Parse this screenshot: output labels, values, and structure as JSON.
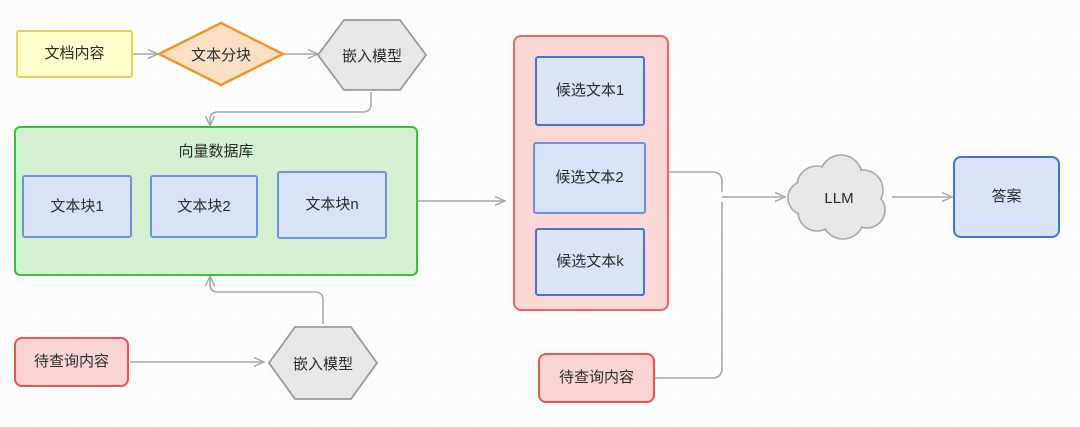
{
  "diagram": {
    "title": "RAG retrieval-augmented generation pipeline",
    "colors": {
      "edge": "#a5a8ad",
      "yellow_fill": "#ffffcc",
      "yellow_stroke": "#e8d44d",
      "orange_fill": "#fbe0c4",
      "orange_stroke": "#f0952a",
      "gray_fill": "#e8e8e8",
      "gray_stroke": "#9a9a9a",
      "green_fill": "#d3f0d3",
      "green_stroke": "#36c236",
      "blue_fill": "#dae3f8",
      "blue_stroke": "#4672d8",
      "pink_fill": "#fbd8d6",
      "pink_stroke": "#f4635f",
      "red_stroke": "#ef5350"
    }
  },
  "nodes": {
    "document_content": {
      "label": "文档内容",
      "shape": "rectangle"
    },
    "text_chunking": {
      "label": "文本分块",
      "shape": "diamond"
    },
    "embedding_model_top": {
      "label": "嵌入模型",
      "shape": "hexagon"
    },
    "vector_database": {
      "label": "向量数据库",
      "shape": "container"
    },
    "text_chunk_1": {
      "label": "文本块1",
      "shape": "rectangle"
    },
    "text_chunk_2": {
      "label": "文本块2",
      "shape": "rectangle"
    },
    "text_chunk_n": {
      "label": "文本块n",
      "shape": "rectangle"
    },
    "candidate_container": {
      "label": "",
      "shape": "container"
    },
    "candidate_text_1": {
      "label": "候选文本1",
      "shape": "rectangle"
    },
    "candidate_text_2": {
      "label": "候选文本2",
      "shape": "rectangle"
    },
    "candidate_text_k": {
      "label": "候选文本k",
      "shape": "rectangle"
    },
    "llm": {
      "label": "LLM",
      "shape": "cloud"
    },
    "answer": {
      "label": "答案",
      "shape": "rectangle"
    },
    "query_content_left": {
      "label": "待查询内容",
      "shape": "rectangle"
    },
    "embedding_model_bottom": {
      "label": "嵌入模型",
      "shape": "hexagon"
    },
    "query_content_bottom": {
      "label": "待查询内容",
      "shape": "rectangle"
    }
  },
  "edges": [
    {
      "from": "document_content",
      "to": "text_chunking",
      "label": ""
    },
    {
      "from": "text_chunking",
      "to": "embedding_model_top",
      "label": ""
    },
    {
      "from": "embedding_model_top",
      "to": "vector_database",
      "label": ""
    },
    {
      "from": "vector_database",
      "to": "candidate_container",
      "label": ""
    },
    {
      "from": "candidate_container",
      "to": "llm",
      "label": ""
    },
    {
      "from": "llm",
      "to": "answer",
      "label": ""
    },
    {
      "from": "query_content_left",
      "to": "embedding_model_bottom",
      "label": ""
    },
    {
      "from": "embedding_model_bottom",
      "to": "vector_database",
      "label": ""
    },
    {
      "from": "query_content_bottom",
      "to": "llm",
      "label": ""
    }
  ]
}
